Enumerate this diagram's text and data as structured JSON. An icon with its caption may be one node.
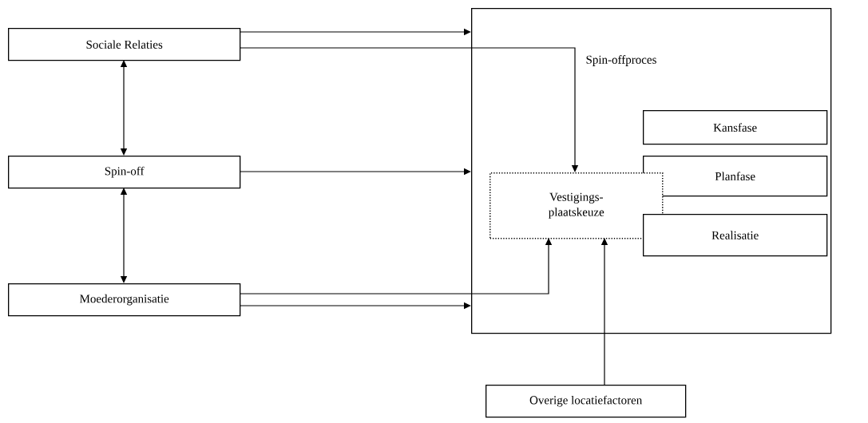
{
  "diagram": {
    "nodes": [
      {
        "text": [
          "Spin-offproces"
        ]
      },
      {
        "text": [
          "Sociale Relaties"
        ]
      },
      {
        "text": [
          "Spin-off"
        ]
      },
      {
        "text": [
          "Moederorganisatie"
        ]
      },
      {
        "text": [
          "Kansfase"
        ],
        "in": 0
      },
      {
        "text": [
          "Planfase"
        ],
        "in": 0
      },
      {
        "text": [
          "Vestigings- plaatskeuze"
        ],
        "in": 0
      },
      {
        "text": [
          "Realisatie"
        ],
        "in": 0
      },
      {
        "text": [
          "Overige locatiefactoren"
        ]
      }
    ],
    "edges": [
      {
        "from": 1,
        "to": 0,
        "arrow": "to"
      },
      {
        "from": 1,
        "to": 6,
        "arrow": "to"
      },
      {
        "from": 1,
        "to": 2,
        "arrow": "both"
      },
      {
        "from": 2,
        "to": 0,
        "arrow": "to"
      },
      {
        "from": 2,
        "to": 3,
        "arrow": "both"
      },
      {
        "from": 3,
        "to": 6,
        "arrow": "to"
      },
      {
        "from": 3,
        "to": 0,
        "arrow": "to"
      },
      {
        "from": 8,
        "to": 6,
        "arrow": "to"
      }
    ]
  }
}
